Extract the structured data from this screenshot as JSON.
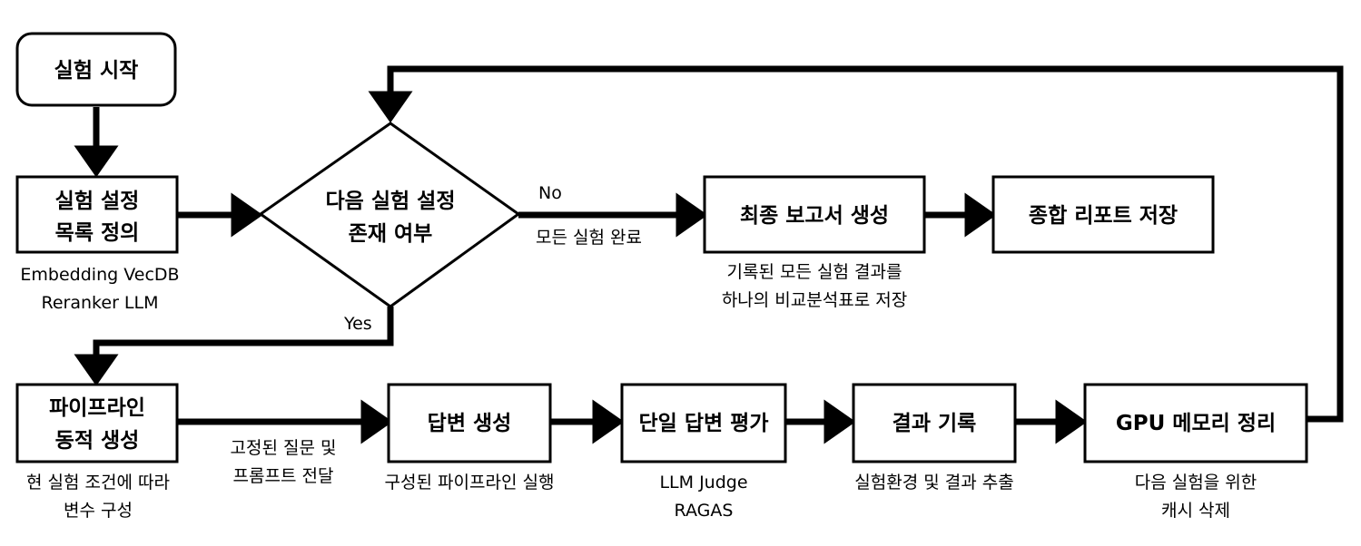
{
  "nodes": {
    "start": "실험 시작",
    "config_1": "실험 설정",
    "config_2": "목록 정의",
    "decision_1": "다음 실험 설정",
    "decision_2": "존재 여부",
    "final_report": "최종 보고서 생성",
    "save_report": "종합 리포트 저장",
    "pipeline_1": "파이프라인",
    "pipeline_2": "동적 생성",
    "answer_gen": "답변 생성",
    "eval": "단일 답변 평가",
    "record": "결과 기록",
    "gpu": "GPU 메모리 정리"
  },
  "notes": {
    "config_1": "Embedding  VecDB",
    "config_2": "Reranker  LLM",
    "report_1": "기록된 모든 실험 결과를",
    "report_2": "하나의 비교분석표로 저장",
    "pipeline_1": "현 실험 조건에 따라",
    "pipeline_2": "변수 구성",
    "fixed_1": "고정된 질문 및",
    "fixed_2": "프롬프트 전달",
    "answer": "구성된 파이프라인 실행",
    "eval_1": "LLM Judge",
    "eval_2": "RAGAS",
    "record": "실험환경 및 결과 추출",
    "gpu_1": "다음 실험을 위한",
    "gpu_2": "캐시 삭제"
  },
  "edges": {
    "no": "No",
    "no_sub": "모든 실험 완료",
    "yes": "Yes"
  }
}
